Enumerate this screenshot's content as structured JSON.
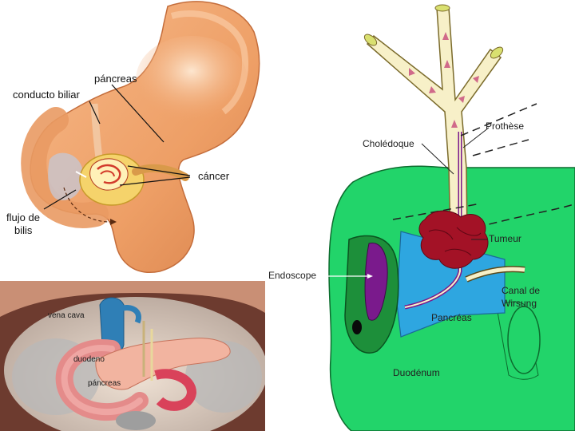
{
  "top_left": {
    "labels": {
      "pancreas": "páncreas",
      "conducto_biliar": "conducto biliar",
      "cancer": "cáncer",
      "flujo_de": "flujo de",
      "bilis": "bilis"
    }
  },
  "bottom_left": {
    "labels": {
      "vena_cava": "vena cava",
      "duodeno": "duodeno",
      "pancreas": "páncreas"
    }
  },
  "right": {
    "labels": {
      "choledoque": "Cholédoque",
      "prothese": "Prothèse",
      "tumeur": "Tumeur",
      "endoscope": "Endoscope",
      "canal_de": "Canal de",
      "wirsung": "Wirsung",
      "pancreas": "Pancréas",
      "duodenum": "Duodénum"
    },
    "colors": {
      "duodenum": "#22d46a",
      "pancreas": "#2ea6e0",
      "bile_duct": "#f7f0c8",
      "tumor": "#a31226",
      "papilla": "#7a1a8c"
    }
  }
}
